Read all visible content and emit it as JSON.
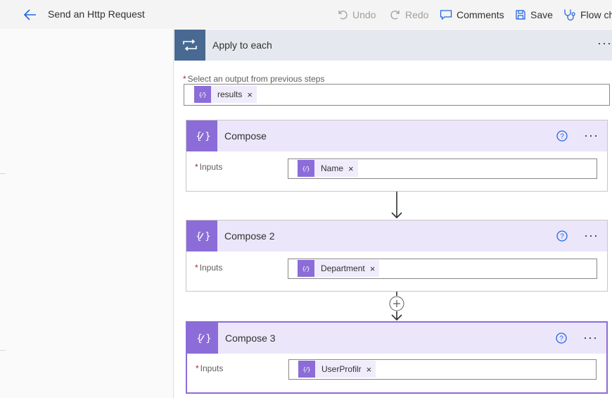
{
  "header": {
    "title": "Send an Http Request",
    "undo": "Undo",
    "redo": "Redo",
    "comments": "Comments",
    "save": "Save",
    "flow_checker": "Flow ch"
  },
  "apply_to_each": {
    "title": "Apply to each",
    "more": "···",
    "required_mark": "*",
    "field_label": "Select an output from previous steps",
    "token": "results"
  },
  "cards": [
    {
      "title": "Compose",
      "inputs_label": "Inputs",
      "required_mark": "*",
      "token": "Name",
      "more": "···"
    },
    {
      "title": "Compose 2",
      "inputs_label": "Inputs",
      "required_mark": "*",
      "token": "Department",
      "more": "···"
    },
    {
      "title": "Compose 3",
      "inputs_label": "Inputs",
      "required_mark": "*",
      "token": "UserProfilr",
      "more": "···"
    }
  ],
  "token_remove": "×",
  "colors": {
    "accent_purple": "#8c6cd8",
    "loop_blue": "#486991",
    "link_blue": "#2266e3"
  }
}
